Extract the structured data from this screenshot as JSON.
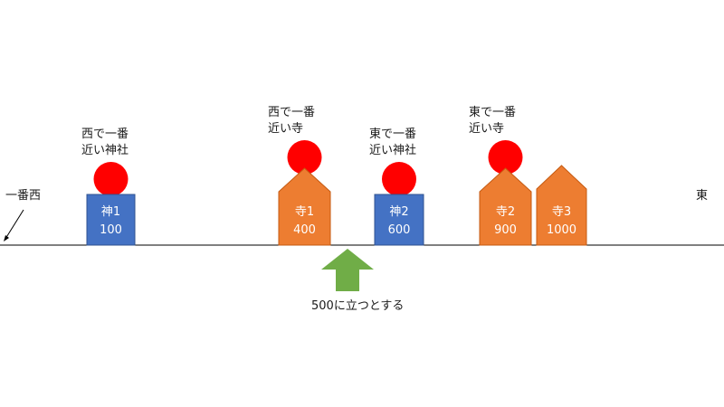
{
  "labels": {
    "west_end": "一番西",
    "east_end": "東",
    "stand_here": "500に立つとする"
  },
  "items": [
    {
      "kind": "shrine",
      "name": "神1",
      "value": "100",
      "marker": true,
      "note_line1": "西で一番",
      "note_line2": "近い神社"
    },
    {
      "kind": "temple",
      "name": "寺1",
      "value": "400",
      "marker": true,
      "note_line1": "西で一番",
      "note_line2": "近い寺"
    },
    {
      "kind": "shrine",
      "name": "神2",
      "value": "600",
      "marker": true,
      "note_line1": "東で一番",
      "note_line2": "近い神社"
    },
    {
      "kind": "temple",
      "name": "寺2",
      "value": "900",
      "marker": true,
      "note_line1": "東で一番",
      "note_line2": "近い寺"
    },
    {
      "kind": "temple",
      "name": "寺3",
      "value": "1000",
      "marker": false,
      "note_line1": "",
      "note_line2": ""
    }
  ],
  "colors": {
    "shrine": "#4472C4",
    "temple": "#ED7D31",
    "marker": "#FF0000",
    "arrow": "#70AD47",
    "line": "#000000"
  }
}
